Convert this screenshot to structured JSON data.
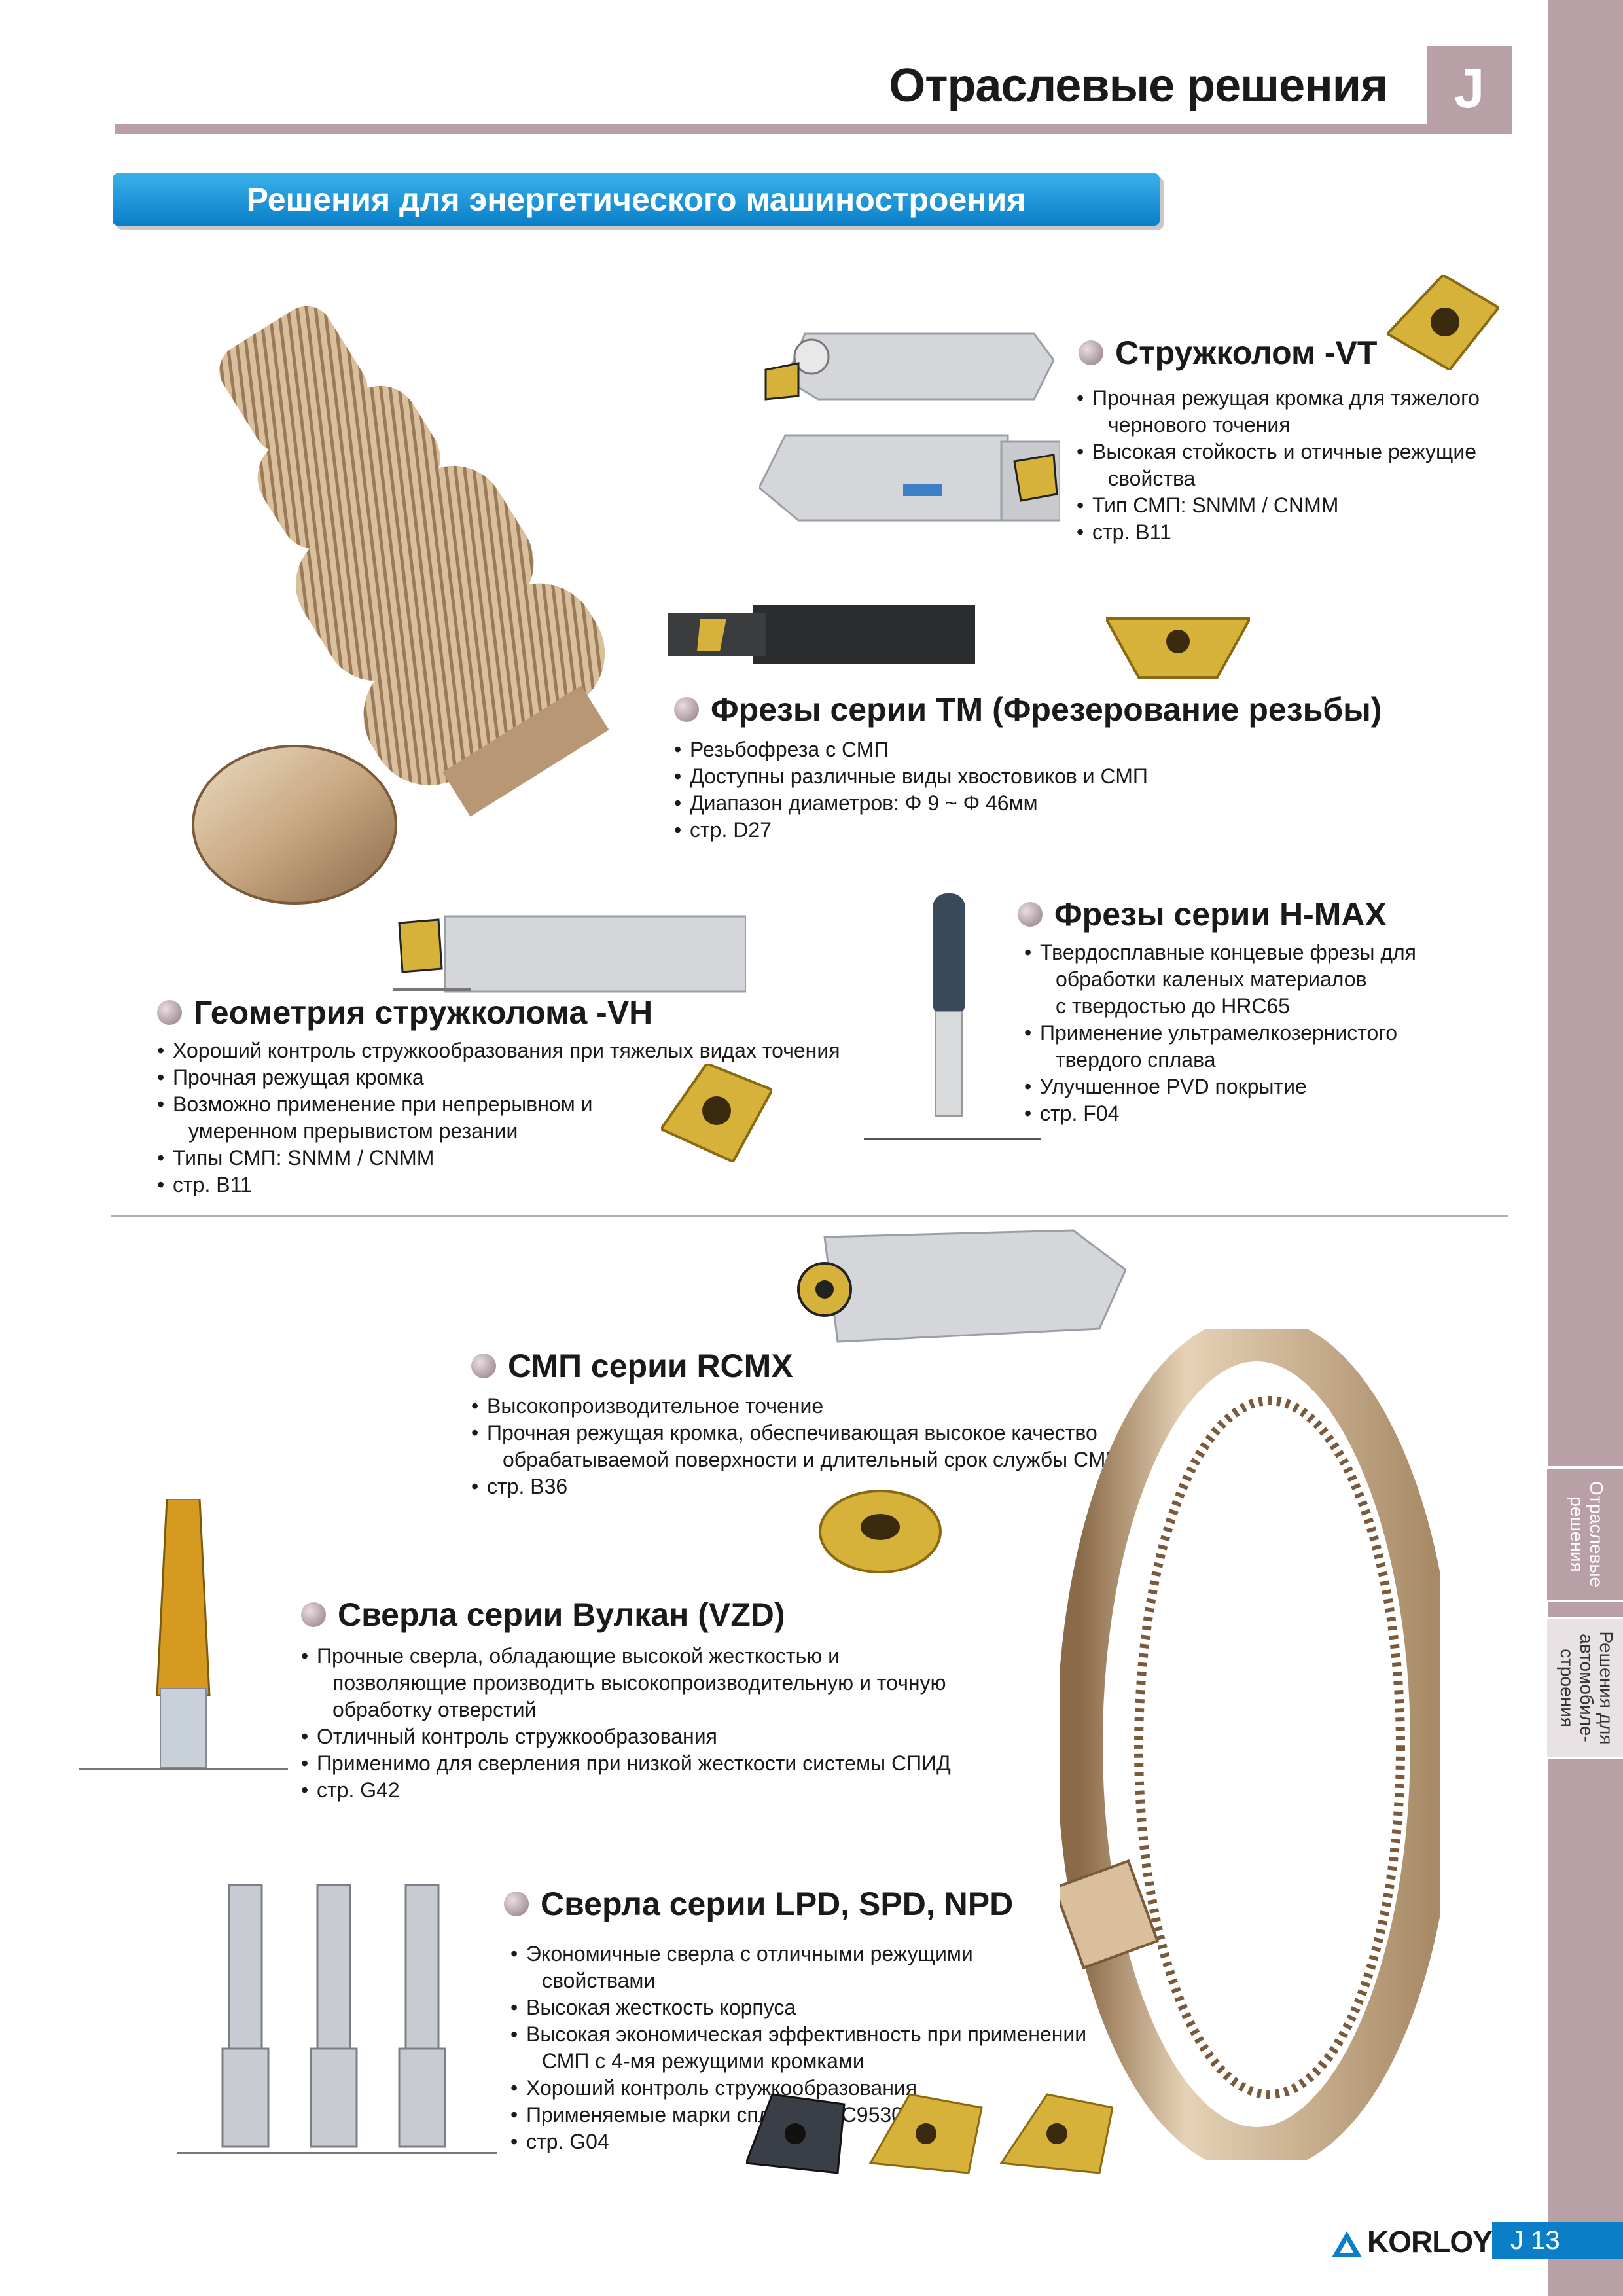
{
  "header": {
    "title": "Отраслевые решения",
    "section_letter": "J"
  },
  "banner": {
    "title": "Решения для энергетического машиностроения"
  },
  "side_tabs": [
    {
      "label": "Отраслевые\nрешения",
      "active": true
    },
    {
      "label": "Решения для\nавтомобиле-\nстроения",
      "active": false
    }
  ],
  "sections": {
    "vt": {
      "title": "Стружколом -VT",
      "bullets": [
        [
          "Прочная режущая кромка для тяжелого",
          "чернового точения"
        ],
        [
          "Высокая стойкость и отичные режущие",
          "свойства"
        ],
        [
          "Тип СМП:  SNMM / CNMM"
        ],
        [
          "стр. B11"
        ]
      ]
    },
    "tm": {
      "title": "Фрезы серии TM (Фрезерование резьбы)",
      "bullets": [
        [
          "Резьбофреза с СМП"
        ],
        [
          "Доступны различные виды хвостовиков и СМП"
        ],
        [
          "Диапазон диаметров: Φ 9 ~ Φ 46мм"
        ],
        [
          "стр. D27"
        ]
      ]
    },
    "hmax": {
      "title": "Фрезы серии H-MAX",
      "bullets": [
        [
          "Твердосплавные концевые фрезы для",
          "обработки каленых материалов",
          "с твердостью до HRC65"
        ],
        [
          "Применение ультрамелкозернистого",
          "твердого сплава"
        ],
        [
          "Улучшенное PVD покрытие"
        ],
        [
          "стр. F04"
        ]
      ]
    },
    "vh": {
      "title": "Геометрия стружколома -VH",
      "bullets": [
        [
          "Хороший контроль стружкообразования при тяжелых видах точения"
        ],
        [
          "Прочная режущая кромка"
        ],
        [
          "Возможно применение при непрерывном и",
          "умеренном прерывистом резании"
        ],
        [
          "Типы СМП: SNMM / CNMM"
        ],
        [
          "стр. B11"
        ]
      ]
    },
    "rcmx": {
      "title": "СМП серии RCMX",
      "bullets": [
        [
          "Высокопроизводительное точение"
        ],
        [
          "Прочная режущая кромка, обеспечивающая высокое качество",
          "обрабатываемой поверхности и длительный срок службы СМП"
        ],
        [
          "стр. B36"
        ]
      ]
    },
    "vzd": {
      "title": "Сверла серии Вулкан (VZD)",
      "bullets": [
        [
          "Прочные сверла, обладающие высокой жесткостью и",
          "позволяющие производить высокопроизводительную и точную",
          "обработку отверстий"
        ],
        [
          "Отличный контроль стружкообразования"
        ],
        [
          "Применимо для сверления при низкой жесткости системы СПИД"
        ],
        [
          "стр. G42"
        ]
      ]
    },
    "lpd": {
      "title": "Сверла серии LPD, SPD, NPD",
      "bullets": [
        [
          "Экономичные сверла с отличными режущими",
          "свойствами"
        ],
        [
          "Высокая жесткость корпуса"
        ],
        [
          "Высокая экономическая эффективность при применении",
          "СМП с 4-мя режущими кромками"
        ],
        [
          "Хороший контроль стружкообразования"
        ],
        [
          "Применяемые марки сплавов: PC9530, H01"
        ],
        [
          "стр. G04"
        ]
      ]
    }
  },
  "footer": {
    "logo": "KORLOY",
    "page": "J 13"
  },
  "colors": {
    "accent_mauve": "#b8a0a6",
    "banner_blue": "#0a7fc8",
    "insert_gold": "#d6b23a",
    "part_bronze": "#c8a882"
  }
}
